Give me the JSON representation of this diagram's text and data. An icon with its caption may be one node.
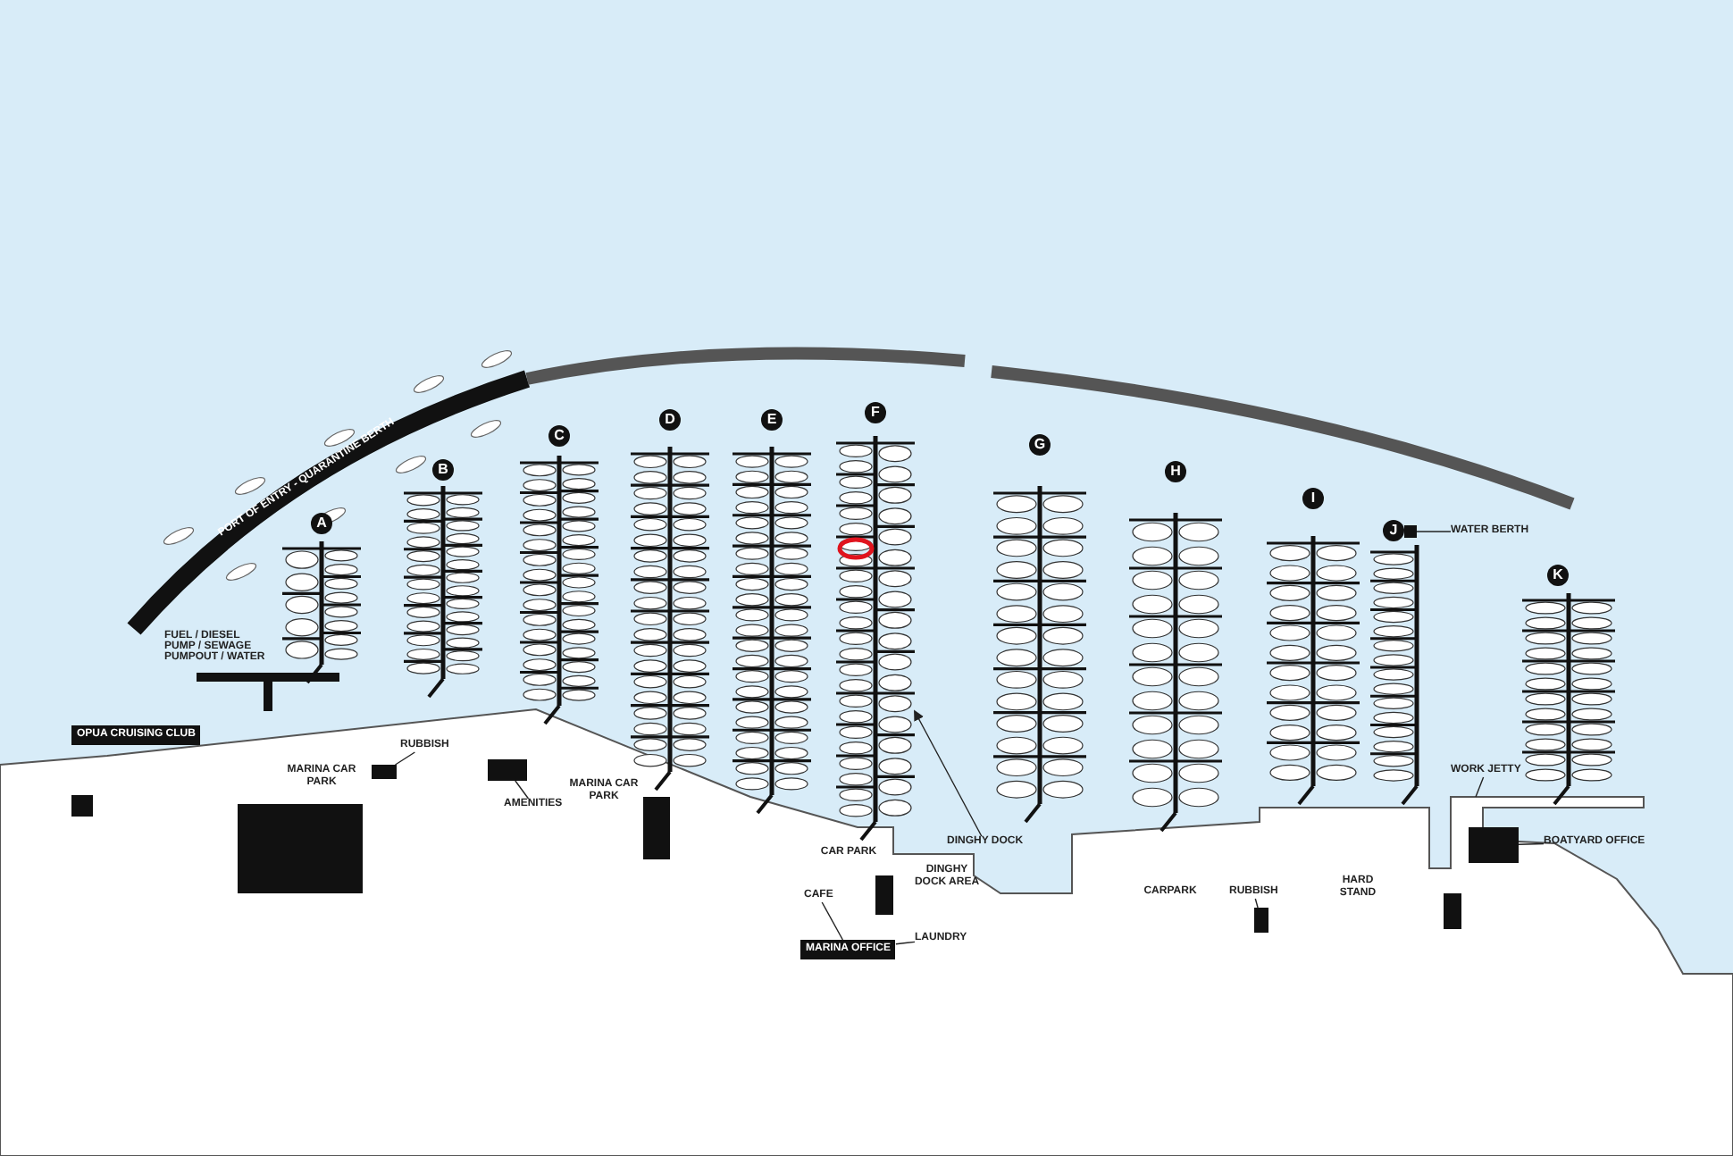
{
  "diagram": {
    "nodes": [
      {
        "text": [
          "A"
        ]
      },
      {
        "text": [
          "B"
        ]
      },
      {
        "text": [
          "C"
        ]
      },
      {
        "text": [
          "D"
        ]
      },
      {
        "text": [
          "E"
        ]
      },
      {
        "text": [
          "F"
        ]
      },
      {
        "text": [
          "G"
        ]
      },
      {
        "text": [
          "H"
        ]
      },
      {
        "text": [
          "I"
        ]
      },
      {
        "text": [
          "J"
        ]
      },
      {
        "text": [
          "K"
        ]
      },
      {
        "text": [
          "OPUA CRUISING CLUB"
        ]
      },
      {
        "text": [
          "RUBBISH"
        ]
      },
      {
        "text": [],
        "shape": "box"
      },
      {
        "text": [],
        "shape": "box"
      },
      {
        "text": [
          "AMENITIES"
        ]
      },
      {
        "text": [
          "DINGHY DOCK"
        ]
      },
      {
        "text": [
          "CAFE"
        ]
      },
      {
        "text": [
          "MARINA OFFICE"
        ]
      },
      {
        "text": [
          "LAUNDRY"
        ]
      },
      {
        "text": [
          "RUBBISH"
        ]
      },
      {
        "text": [],
        "shape": "box"
      },
      {
        "text": [
          "WATER BERTH"
        ]
      },
      {
        "text": [],
        "shape": "box"
      },
      {
        "text": [
          "WORK JETTY"
        ]
      },
      {
        "text": [
          "BOATYARD OFFICE"
        ]
      },
      {
        "text": [],
        "shape": "box"
      },
      {
        "text": [],
        "shape": "bar"
      }
    ],
    "edges": [
      {
        "from": 12,
        "to": 13,
        "arrow": "none"
      },
      {
        "from": 15,
        "to": 14,
        "arrow": "none"
      },
      {
        "from": 16,
        "to": 27,
        "arrow": "to"
      },
      {
        "from": 17,
        "to": 18,
        "arrow": "none"
      },
      {
        "from": 19,
        "to": 18,
        "arrow": "none"
      },
      {
        "from": 20,
        "to": 21,
        "arrow": "none"
      },
      {
        "from": 22,
        "to": 23,
        "arrow": "none"
      },
      {
        "from": 24,
        "to": null,
        "arrow": "none"
      },
      {
        "from": 25,
        "to": 26,
        "arrow": "none"
      }
    ],
    "labels": [
      "PORT OF ENTRY - QUARANTINE BERTH",
      "FUEL / DIESEL PUMP / SEWAGE PUMPOUT / WATER",
      "MARINA CAR PARK",
      "MARINA CAR PARK",
      "CAR PARK",
      "DINGHY DOCK AREA",
      "CARPARK",
      "HARD STAND"
    ]
  }
}
